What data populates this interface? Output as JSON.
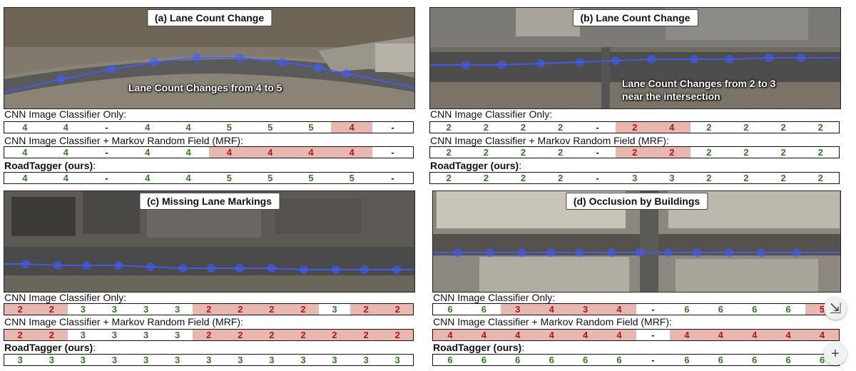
{
  "colors": {
    "good": "#2e7d1f",
    "bad_text": "#b01818",
    "bad_bg": "#e7b7b0",
    "neutral": "#111111",
    "graph": "#3f5cff"
  },
  "row_labels": {
    "cnn": "CNN Image Classifier Only:",
    "mrf": "CNN Image Classifier + Markov Random Field (MRF):",
    "ours": "RoadTagger (ours)",
    "ours_suffix": ":"
  },
  "panels": [
    {
      "id": "a",
      "title": "(a) Lane Count Change",
      "annotation": [
        "Lane Count Changes from 4 to 5"
      ],
      "scene": "residential-curve",
      "rows": {
        "cnn": [
          {
            "v": "4",
            "s": "good"
          },
          {
            "v": "4",
            "s": "good"
          },
          {
            "v": "-",
            "s": "neutral"
          },
          {
            "v": "4",
            "s": "good"
          },
          {
            "v": "4",
            "s": "good"
          },
          {
            "v": "5",
            "s": "good"
          },
          {
            "v": "5",
            "s": "good"
          },
          {
            "v": "5",
            "s": "good"
          },
          {
            "v": "4",
            "s": "bad"
          },
          {
            "v": "-",
            "s": "neutral"
          }
        ],
        "mrf": [
          {
            "v": "4",
            "s": "good"
          },
          {
            "v": "4",
            "s": "good"
          },
          {
            "v": "-",
            "s": "neutral"
          },
          {
            "v": "4",
            "s": "good"
          },
          {
            "v": "4",
            "s": "good"
          },
          {
            "v": "4",
            "s": "bad"
          },
          {
            "v": "4",
            "s": "bad"
          },
          {
            "v": "4",
            "s": "bad"
          },
          {
            "v": "4",
            "s": "bad"
          },
          {
            "v": "-",
            "s": "neutral"
          }
        ],
        "ours": [
          {
            "v": "4",
            "s": "good"
          },
          {
            "v": "4",
            "s": "good"
          },
          {
            "v": "-",
            "s": "neutral"
          },
          {
            "v": "4",
            "s": "good"
          },
          {
            "v": "4",
            "s": "good"
          },
          {
            "v": "5",
            "s": "good"
          },
          {
            "v": "5",
            "s": "good"
          },
          {
            "v": "5",
            "s": "good"
          },
          {
            "v": "5",
            "s": "good"
          },
          {
            "v": "-",
            "s": "neutral"
          }
        ]
      }
    },
    {
      "id": "b",
      "title": "(b) Lane Count Change",
      "annotation": [
        "Lane Count Changes from 2 to 3",
        "near the intersection"
      ],
      "scene": "parking-avenue",
      "rows": {
        "cnn": [
          {
            "v": "2",
            "s": "good"
          },
          {
            "v": "2",
            "s": "good"
          },
          {
            "v": "2",
            "s": "good"
          },
          {
            "v": "2",
            "s": "good"
          },
          {
            "v": "-",
            "s": "neutral"
          },
          {
            "v": "2",
            "s": "bad"
          },
          {
            "v": "4",
            "s": "bad"
          },
          {
            "v": "2",
            "s": "good"
          },
          {
            "v": "2",
            "s": "good"
          },
          {
            "v": "2",
            "s": "good"
          },
          {
            "v": "2",
            "s": "good"
          }
        ],
        "mrf": [
          {
            "v": "2",
            "s": "good"
          },
          {
            "v": "2",
            "s": "good"
          },
          {
            "v": "2",
            "s": "good"
          },
          {
            "v": "2",
            "s": "good"
          },
          {
            "v": "-",
            "s": "neutral"
          },
          {
            "v": "2",
            "s": "bad"
          },
          {
            "v": "2",
            "s": "bad"
          },
          {
            "v": "2",
            "s": "good"
          },
          {
            "v": "2",
            "s": "good"
          },
          {
            "v": "2",
            "s": "good"
          },
          {
            "v": "2",
            "s": "good"
          }
        ],
        "ours": [
          {
            "v": "2",
            "s": "good"
          },
          {
            "v": "2",
            "s": "good"
          },
          {
            "v": "2",
            "s": "good"
          },
          {
            "v": "2",
            "s": "good"
          },
          {
            "v": "-",
            "s": "neutral"
          },
          {
            "v": "3",
            "s": "good"
          },
          {
            "v": "3",
            "s": "good"
          },
          {
            "v": "2",
            "s": "good"
          },
          {
            "v": "2",
            "s": "good"
          },
          {
            "v": "2",
            "s": "good"
          },
          {
            "v": "2",
            "s": "good"
          }
        ]
      }
    },
    {
      "id": "c",
      "title": "(c) Missing Lane Markings",
      "annotation": [],
      "scene": "downtown-rail",
      "rows": {
        "cnn": [
          {
            "v": "2",
            "s": "bad"
          },
          {
            "v": "2",
            "s": "bad"
          },
          {
            "v": "3",
            "s": "good"
          },
          {
            "v": "3",
            "s": "good"
          },
          {
            "v": "3",
            "s": "good"
          },
          {
            "v": "3",
            "s": "good"
          },
          {
            "v": "2",
            "s": "bad"
          },
          {
            "v": "2",
            "s": "bad"
          },
          {
            "v": "2",
            "s": "bad"
          },
          {
            "v": "2",
            "s": "bad"
          },
          {
            "v": "3",
            "s": "good"
          },
          {
            "v": "2",
            "s": "bad"
          },
          {
            "v": "2",
            "s": "bad"
          }
        ],
        "mrf": [
          {
            "v": "2",
            "s": "bad"
          },
          {
            "v": "2",
            "s": "bad"
          },
          {
            "v": "3",
            "s": "good"
          },
          {
            "v": "3",
            "s": "good"
          },
          {
            "v": "3",
            "s": "good"
          },
          {
            "v": "3",
            "s": "good"
          },
          {
            "v": "2",
            "s": "bad"
          },
          {
            "v": "2",
            "s": "bad"
          },
          {
            "v": "2",
            "s": "bad"
          },
          {
            "v": "2",
            "s": "bad"
          },
          {
            "v": "2",
            "s": "bad"
          },
          {
            "v": "2",
            "s": "bad"
          },
          {
            "v": "2",
            "s": "bad"
          }
        ],
        "ours": [
          {
            "v": "3",
            "s": "good"
          },
          {
            "v": "3",
            "s": "good"
          },
          {
            "v": "3",
            "s": "good"
          },
          {
            "v": "3",
            "s": "good"
          },
          {
            "v": "3",
            "s": "good"
          },
          {
            "v": "3",
            "s": "good"
          },
          {
            "v": "3",
            "s": "good"
          },
          {
            "v": "3",
            "s": "good"
          },
          {
            "v": "3",
            "s": "good"
          },
          {
            "v": "3",
            "s": "good"
          },
          {
            "v": "3",
            "s": "good"
          },
          {
            "v": "3",
            "s": "good"
          },
          {
            "v": "3",
            "s": "good"
          }
        ]
      }
    },
    {
      "id": "d",
      "title": "(d) Occlusion by Buildings",
      "annotation": [],
      "scene": "building-block",
      "rows": {
        "cnn": [
          {
            "v": "6",
            "s": "good"
          },
          {
            "v": "6",
            "s": "good"
          },
          {
            "v": "3",
            "s": "bad"
          },
          {
            "v": "4",
            "s": "bad"
          },
          {
            "v": "3",
            "s": "bad"
          },
          {
            "v": "4",
            "s": "bad"
          },
          {
            "v": "-",
            "s": "neutral"
          },
          {
            "v": "6",
            "s": "good"
          },
          {
            "v": "6",
            "s": "good"
          },
          {
            "v": "6",
            "s": "good"
          },
          {
            "v": "6",
            "s": "good"
          },
          {
            "v": "5",
            "s": "bad"
          }
        ],
        "mrf": [
          {
            "v": "4",
            "s": "bad"
          },
          {
            "v": "4",
            "s": "bad"
          },
          {
            "v": "4",
            "s": "bad"
          },
          {
            "v": "4",
            "s": "bad"
          },
          {
            "v": "4",
            "s": "bad"
          },
          {
            "v": "4",
            "s": "bad"
          },
          {
            "v": "-",
            "s": "neutral"
          },
          {
            "v": "4",
            "s": "bad"
          },
          {
            "v": "4",
            "s": "bad"
          },
          {
            "v": "4",
            "s": "bad"
          },
          {
            "v": "4",
            "s": "bad"
          },
          {
            "v": "4",
            "s": "bad"
          }
        ],
        "ours": [
          {
            "v": "6",
            "s": "good"
          },
          {
            "v": "6",
            "s": "good"
          },
          {
            "v": "6",
            "s": "good"
          },
          {
            "v": "6",
            "s": "good"
          },
          {
            "v": "6",
            "s": "good"
          },
          {
            "v": "6",
            "s": "good"
          },
          {
            "v": "-",
            "s": "neutral"
          },
          {
            "v": "6",
            "s": "good"
          },
          {
            "v": "6",
            "s": "good"
          },
          {
            "v": "6",
            "s": "good"
          },
          {
            "v": "6",
            "s": "good"
          },
          {
            "v": "6",
            "s": "good"
          }
        ]
      }
    }
  ],
  "controls": {
    "collapse_icon": "collapse-arrows-icon",
    "add_icon": "plus-icon",
    "collapse_glyph": "⇲",
    "add_glyph": "+"
  }
}
